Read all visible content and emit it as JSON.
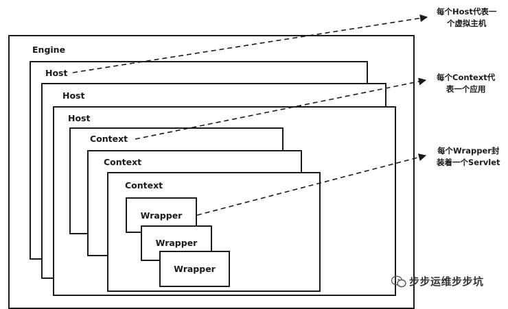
{
  "engine": {
    "label": "Engine"
  },
  "hosts": [
    {
      "label": "Host"
    },
    {
      "label": "Host"
    },
    {
      "label": "Host"
    }
  ],
  "contexts": [
    {
      "label": "Context"
    },
    {
      "label": "Context"
    },
    {
      "label": "Context"
    }
  ],
  "wrappers": [
    {
      "label": "Wrapper"
    },
    {
      "label": "Wrapper"
    },
    {
      "label": "Wrapper"
    }
  ],
  "notes": {
    "host": {
      "line1": "每个Host代表一",
      "line2": "个虚拟主机"
    },
    "context": {
      "line1": "每个Context代",
      "line2": "表一个应用"
    },
    "wrapper": {
      "line1": "每个Wrapper封",
      "line2": "装着一个Servlet"
    }
  },
  "watermark": {
    "text": "步步运维步步坑"
  }
}
